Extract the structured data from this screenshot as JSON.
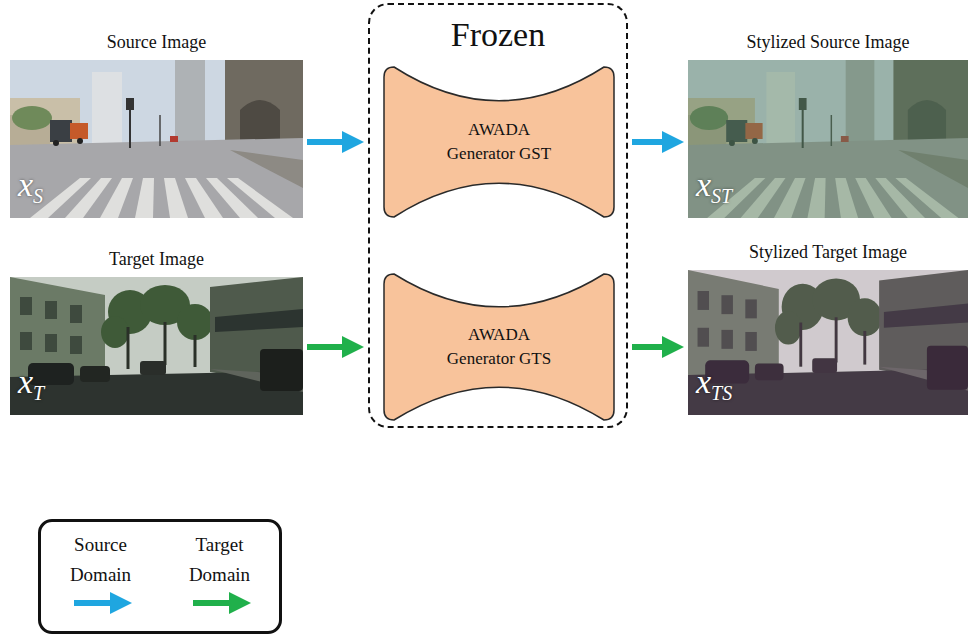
{
  "diagram": {
    "nodes": [
      {
        "text": [
          "Source Image",
          "xS"
        ]
      },
      {
        "text": [
          "Frozen"
        ]
      },
      {
        "text": [
          "AWADA Generator GST"
        ],
        "in": 1
      },
      {
        "text": [
          "Stylized Source Image",
          "xST"
        ]
      },
      {
        "text": [
          "Target Image",
          "xT"
        ]
      },
      {
        "text": [
          "AWADA Generator GTS"
        ],
        "in": 1
      },
      {
        "text": [
          "Stylized Target Image",
          "xTS"
        ]
      }
    ],
    "edges": [
      {
        "from": 0,
        "to": 2,
        "arrow": "to"
      },
      {
        "from": 2,
        "to": 3,
        "arrow": "to"
      },
      {
        "from": 4,
        "to": 5,
        "arrow": "to"
      },
      {
        "from": 5,
        "to": 6,
        "arrow": "to"
      }
    ],
    "legend": [
      {
        "text": "Source Domain"
      },
      {
        "text": "Target Domain"
      }
    ]
  }
}
